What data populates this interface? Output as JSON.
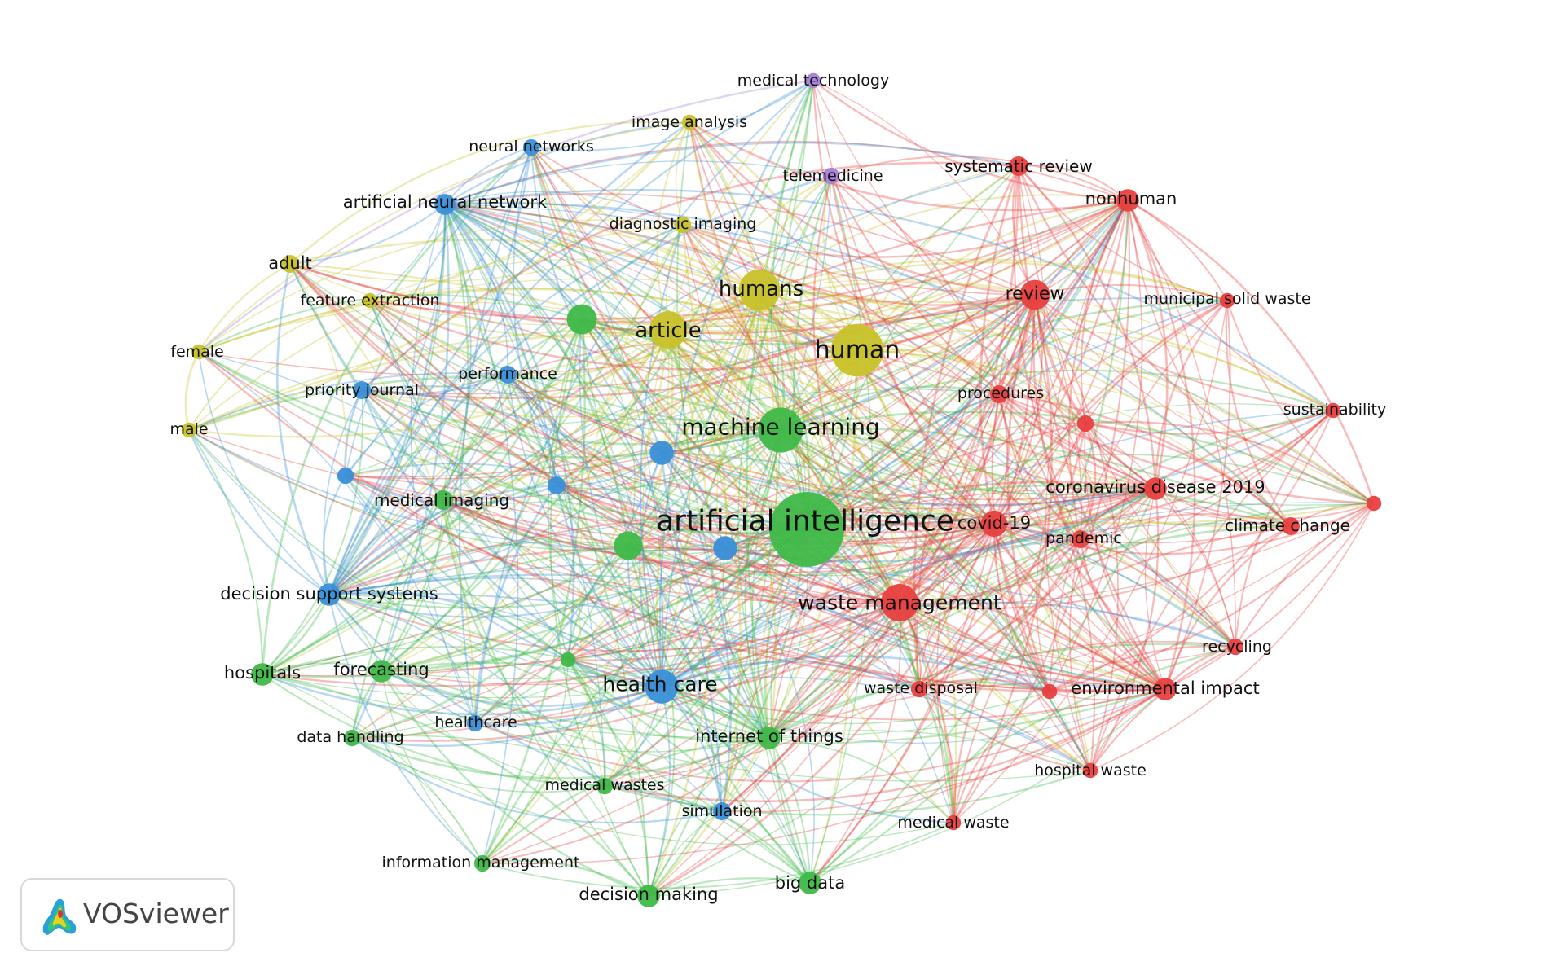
{
  "app": {
    "name": "VOSviewer"
  },
  "colors": {
    "red": "#e8403f",
    "green": "#3fb948",
    "blue": "#3a8fd8",
    "yellow": "#c8c22a",
    "purple": "#a57fd8",
    "text": "#111111"
  },
  "network": {
    "type": "co-occurrence network",
    "nodes": [
      {
        "label": "artificial intelligence",
        "cluster": "green",
        "weight": 10,
        "labelSize": 36
      },
      {
        "label": "machine learning",
        "cluster": "green",
        "weight": 6,
        "labelSize": 28
      },
      {
        "label": "human",
        "cluster": "yellow",
        "weight": 7,
        "labelSize": 30
      },
      {
        "label": "humans",
        "cluster": "yellow",
        "weight": 5.5,
        "labelSize": 26
      },
      {
        "label": "article",
        "cluster": "yellow",
        "weight": 5,
        "labelSize": 26
      },
      {
        "label": "health care",
        "cluster": "blue",
        "weight": 4.5,
        "labelSize": 25
      },
      {
        "label": "waste management",
        "cluster": "red",
        "weight": 5,
        "labelSize": 25
      },
      {
        "label": "review",
        "cluster": "red",
        "weight": 4,
        "labelSize": 22
      },
      {
        "label": "covid-19",
        "cluster": "red",
        "weight": 3.5,
        "labelSize": 21
      },
      {
        "label": "coronavirus disease 2019",
        "cluster": "red",
        "weight": 3,
        "labelSize": 21
      },
      {
        "label": "environmental impact",
        "cluster": "red",
        "weight": 3,
        "labelSize": 21
      },
      {
        "label": "nonhuman",
        "cluster": "red",
        "weight": 3,
        "labelSize": 21
      },
      {
        "label": "systematic review",
        "cluster": "red",
        "weight": 2.6,
        "labelSize": 20
      },
      {
        "label": "pandemic",
        "cluster": "red",
        "weight": 2.4,
        "labelSize": 19
      },
      {
        "label": "climate change",
        "cluster": "red",
        "weight": 2.4,
        "labelSize": 20
      },
      {
        "label": "procedures",
        "cluster": "red",
        "weight": 2.4,
        "labelSize": 19
      },
      {
        "label": "municipal solid waste",
        "cluster": "red",
        "weight": 2.0,
        "labelSize": 19
      },
      {
        "label": "sustainability",
        "cluster": "red",
        "weight": 2.0,
        "labelSize": 19
      },
      {
        "label": "recycling",
        "cluster": "red",
        "weight": 2.2,
        "labelSize": 19
      },
      {
        "label": "waste disposal",
        "cluster": "red",
        "weight": 2.2,
        "labelSize": 19
      },
      {
        "label": "hospital waste",
        "cluster": "red",
        "weight": 2.0,
        "labelSize": 19
      },
      {
        "label": "medical waste",
        "cluster": "red",
        "weight": 2.0,
        "labelSize": 19
      },
      {
        "label": "",
        "cluster": "red",
        "weight": 2.2
      },
      {
        "label": "",
        "cluster": "red",
        "weight": 2.0
      },
      {
        "label": "",
        "cluster": "red",
        "weight": 2.0
      },
      {
        "label": "internet of things",
        "cluster": "green",
        "weight": 3,
        "labelSize": 21
      },
      {
        "label": "big data",
        "cluster": "green",
        "weight": 3,
        "labelSize": 21
      },
      {
        "label": "decision making",
        "cluster": "green",
        "weight": 3,
        "labelSize": 21
      },
      {
        "label": "hospitals",
        "cluster": "green",
        "weight": 3,
        "labelSize": 21
      },
      {
        "label": "forecasting",
        "cluster": "green",
        "weight": 3,
        "labelSize": 21
      },
      {
        "label": "medical imaging",
        "cluster": "green",
        "weight": 2.6,
        "labelSize": 20
      },
      {
        "label": "data handling",
        "cluster": "green",
        "weight": 2.2,
        "labelSize": 19
      },
      {
        "label": "medical wastes",
        "cluster": "green",
        "weight": 2.2,
        "labelSize": 19
      },
      {
        "label": "information management",
        "cluster": "green",
        "weight": 2.2,
        "labelSize": 19
      },
      {
        "label": "",
        "cluster": "green",
        "weight": 4
      },
      {
        "label": "",
        "cluster": "green",
        "weight": 3.8
      },
      {
        "label": "",
        "cluster": "green",
        "weight": 2
      },
      {
        "label": "decision support systems",
        "cluster": "blue",
        "weight": 3,
        "labelSize": 21
      },
      {
        "label": "artificial neural network",
        "cluster": "blue",
        "weight": 2.8,
        "labelSize": 21
      },
      {
        "label": "neural networks",
        "cluster": "blue",
        "weight": 2.2,
        "labelSize": 19
      },
      {
        "label": "priority journal",
        "cluster": "blue",
        "weight": 2.4,
        "labelSize": 19
      },
      {
        "label": "performance",
        "cluster": "blue",
        "weight": 2.4,
        "labelSize": 19
      },
      {
        "label": "healthcare",
        "cluster": "blue",
        "weight": 2.2,
        "labelSize": 19
      },
      {
        "label": "simulation",
        "cluster": "blue",
        "weight": 2.4,
        "labelSize": 19
      },
      {
        "label": "",
        "cluster": "blue",
        "weight": 3.2
      },
      {
        "label": "",
        "cluster": "blue",
        "weight": 3.2
      },
      {
        "label": "",
        "cluster": "blue",
        "weight": 2.4
      },
      {
        "label": "",
        "cluster": "blue",
        "weight": 2.2
      },
      {
        "label": "adult",
        "cluster": "yellow",
        "weight": 2.4,
        "labelSize": 21
      },
      {
        "label": "female",
        "cluster": "yellow",
        "weight": 2.0,
        "labelSize": 19
      },
      {
        "label": "male",
        "cluster": "yellow",
        "weight": 2.0,
        "labelSize": 19
      },
      {
        "label": "feature extraction",
        "cluster": "yellow",
        "weight": 2.0,
        "labelSize": 19
      },
      {
        "label": "image analysis",
        "cluster": "yellow",
        "weight": 2.0,
        "labelSize": 19
      },
      {
        "label": "diagnostic imaging",
        "cluster": "yellow",
        "weight": 2.2,
        "labelSize": 19
      },
      {
        "label": "medical technology",
        "cluster": "purple",
        "weight": 2.0,
        "labelSize": 19
      },
      {
        "label": "telemedicine",
        "cluster": "purple",
        "weight": 2.2,
        "labelSize": 19
      }
    ]
  }
}
